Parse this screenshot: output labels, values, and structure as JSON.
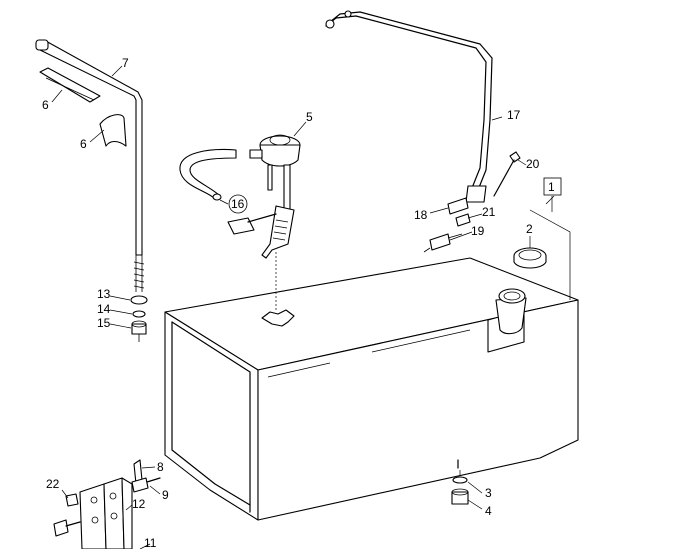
{
  "callouts": [
    {
      "id": "1",
      "boxed": true
    },
    {
      "id": "2"
    },
    {
      "id": "3"
    },
    {
      "id": "4"
    },
    {
      "id": "5"
    },
    {
      "id": "6"
    },
    {
      "id": "6"
    },
    {
      "id": "7"
    },
    {
      "id": "8"
    },
    {
      "id": "9"
    },
    {
      "id": "11"
    },
    {
      "id": "12"
    },
    {
      "id": "13"
    },
    {
      "id": "14"
    },
    {
      "id": "15"
    },
    {
      "id": "16",
      "circled": true
    },
    {
      "id": "17"
    },
    {
      "id": "18"
    },
    {
      "id": "19"
    },
    {
      "id": "20"
    },
    {
      "id": "21"
    },
    {
      "id": "22"
    }
  ],
  "colors": {
    "line": "#000000",
    "background": "#ffffff"
  }
}
